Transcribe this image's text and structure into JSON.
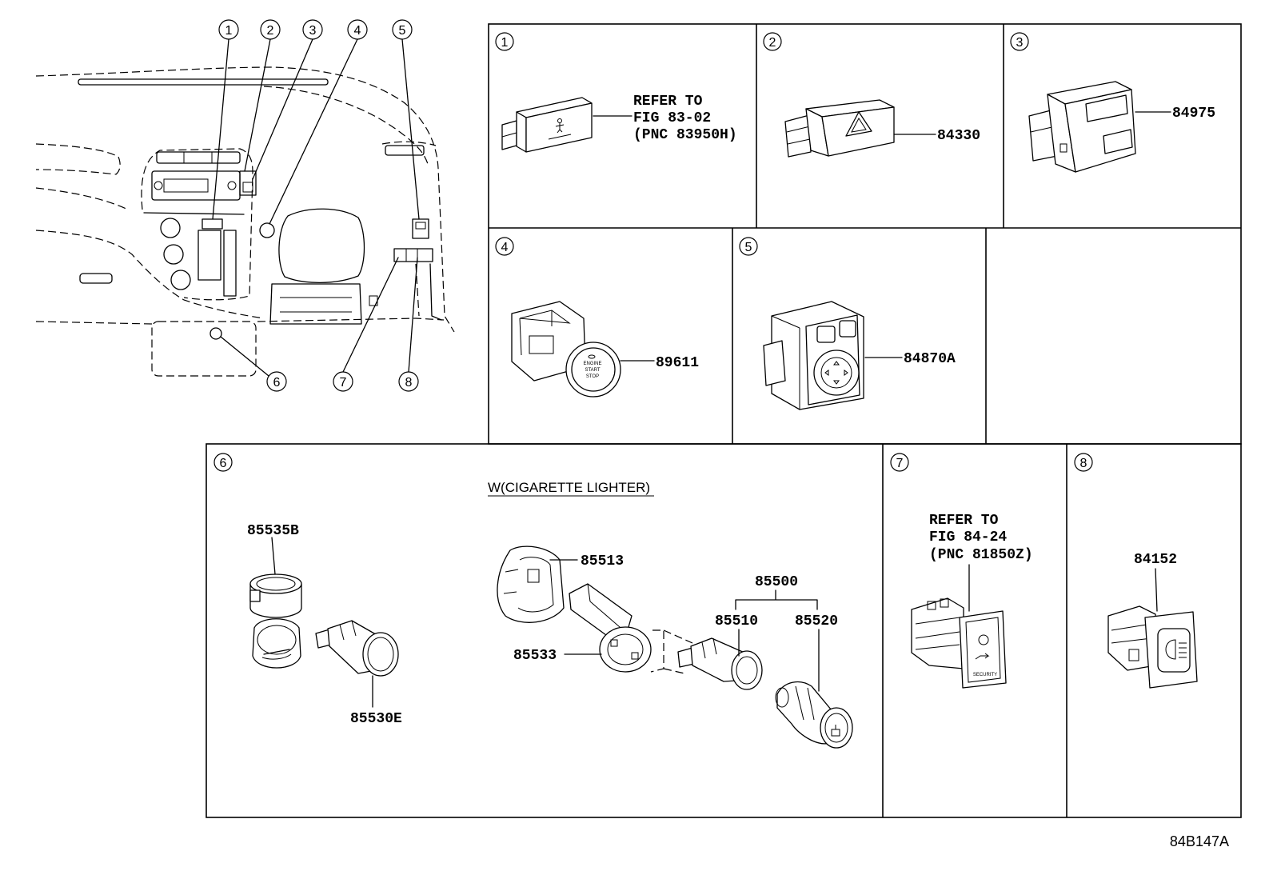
{
  "diagram_id": "84B147A",
  "overview": {
    "callouts": [
      "1",
      "2",
      "3",
      "4",
      "5",
      "6",
      "7",
      "8"
    ]
  },
  "panels": {
    "p1": {
      "number": "1",
      "refer": [
        "REFER TO",
        "FIG 83-02",
        "(PNC 83950H)"
      ]
    },
    "p2": {
      "number": "2",
      "part": "84330"
    },
    "p3": {
      "number": "3",
      "part": "84975"
    },
    "p4": {
      "number": "4",
      "part": "89611",
      "button_text": [
        "ENGINE",
        "START",
        "STOP"
      ]
    },
    "p5": {
      "number": "5",
      "part": "84870A"
    },
    "p6": {
      "number": "6",
      "caption": "W(CIGARETTE LIGHTER)",
      "parts": {
        "cover": "85535B",
        "socket": "85530E",
        "housing": "85513",
        "ring": "85533",
        "lighter_assy": "85500",
        "lighter_body": "85510",
        "lighter_knob": "85520"
      }
    },
    "p7": {
      "number": "7",
      "refer": [
        "REFER TO",
        "FIG 84-24",
        "(PNC 81850Z)"
      ],
      "button_text": "SECURITY"
    },
    "p8": {
      "number": "8",
      "part": "84152"
    }
  }
}
